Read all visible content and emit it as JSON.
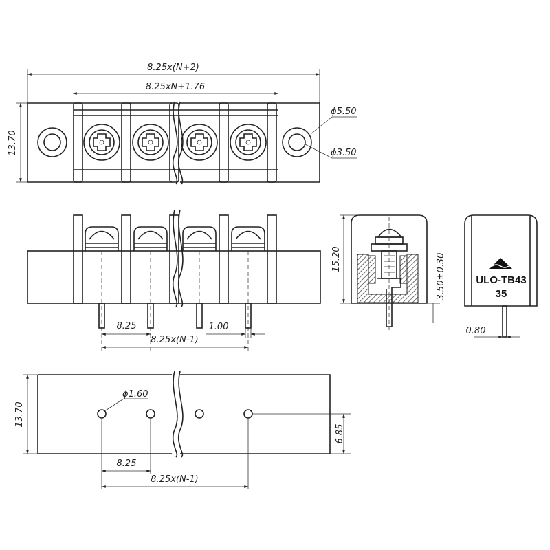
{
  "top_view": {
    "dim_overall": "8.25x(N+2)",
    "dim_inner": "8.25xN+1.76",
    "dim_height": "13.70",
    "dim_outer_hole": "ϕ5.50",
    "dim_inner_hole": "ϕ3.50"
  },
  "front_view": {
    "dim_pitch": "8.25",
    "dim_span": "8.25x(N-1)",
    "dim_pin": "1.00"
  },
  "side_section": {
    "dim_height": "15.20",
    "dim_pin_length": "3.50±0.30"
  },
  "side_label": {
    "line1": "ULO-TB43",
    "line2": "35",
    "dim_pin_width": "0.80"
  },
  "pcb_view": {
    "dim_hole": "ϕ1.60",
    "dim_height": "13.70",
    "dim_row_offset": "6.85",
    "dim_pitch": "8.25",
    "dim_span": "8.25x(N-1)"
  }
}
